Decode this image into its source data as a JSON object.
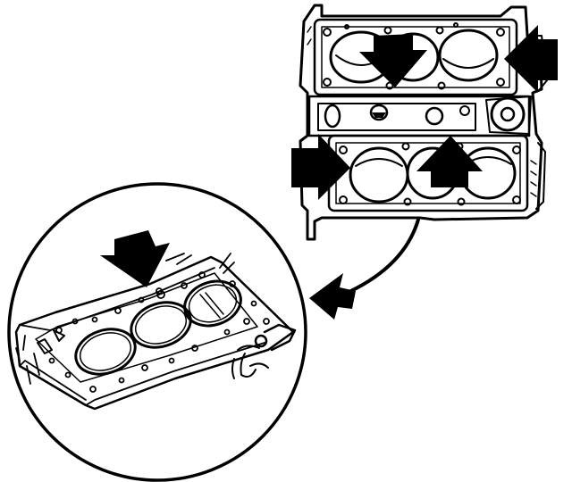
{
  "figure": {
    "subject": "engine-block-head-gasket-installation",
    "views": [
      "engine-block-top",
      "gasket-detail-magnified"
    ],
    "colors": {
      "ink": "#000000",
      "paper": "#ffffff"
    },
    "arrows": [
      {
        "name": "arrow-left-bank-front",
        "direction": "down"
      },
      {
        "name": "arrow-left-bank-side",
        "direction": "left"
      },
      {
        "name": "arrow-right-bank-side",
        "direction": "right"
      },
      {
        "name": "arrow-right-bank-front",
        "direction": "up"
      },
      {
        "name": "arrow-gasket-locator",
        "direction": "down"
      }
    ],
    "cylinders_per_bank": 3
  }
}
